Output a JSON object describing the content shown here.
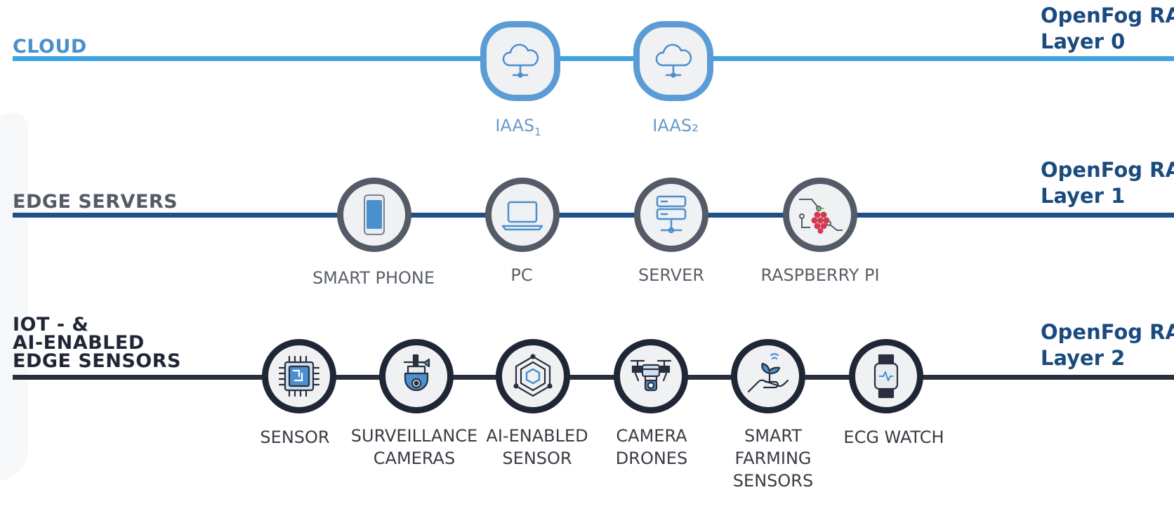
{
  "colors": {
    "layer0": "#3ea3e0",
    "layer1": "#1e4f86",
    "layer2": "#2a2f3d",
    "ra_text": "#1a4a7e"
  },
  "layers": [
    {
      "id": "cloud",
      "label_lines": [
        "CLOUD"
      ],
      "ra_title": "OpenFog RA",
      "ra_layer": "Layer 0",
      "nodes": [
        {
          "label": "IAAS",
          "sub": "1",
          "icon": "cloud-icon"
        },
        {
          "label": "IAAS₂",
          "icon": "cloud-icon"
        }
      ]
    },
    {
      "id": "edge-servers",
      "label_lines": [
        "EDGE SERVERS"
      ],
      "ra_title": "OpenFog RA",
      "ra_layer": "Layer 1",
      "nodes": [
        {
          "label_lines": [
            "SMART PHONE"
          ],
          "icon": "smartphone-icon"
        },
        {
          "label_lines": [
            "PC"
          ],
          "icon": "laptop-icon"
        },
        {
          "label_lines": [
            "SERVER"
          ],
          "icon": "server-icon"
        },
        {
          "label_lines": [
            "RASPBERRY PI"
          ],
          "icon": "raspberry-pi-icon"
        }
      ]
    },
    {
      "id": "iot-sensors",
      "label_lines": [
        "IOT - &",
        "AI-ENABLED",
        "EDGE SENSORS"
      ],
      "ra_title": "OpenFog RA",
      "ra_layer": "Layer 2",
      "nodes": [
        {
          "label_lines": [
            "SENSOR"
          ],
          "icon": "chip-icon"
        },
        {
          "label_lines": [
            "SURVEILLANCE",
            "CAMERAS"
          ],
          "icon": "security-camera-icon"
        },
        {
          "label_lines": [
            "AI-ENABLED",
            "SENSOR"
          ],
          "icon": "ai-hexagon-icon"
        },
        {
          "label_lines": [
            "CAMERA",
            "DRONES"
          ],
          "icon": "drone-icon"
        },
        {
          "label_lines": [
            "SMART",
            "FARMING",
            "SENSORS"
          ],
          "icon": "plant-hand-icon"
        },
        {
          "label_lines": [
            "ECG WATCH"
          ],
          "icon": "smartwatch-icon"
        }
      ]
    }
  ]
}
